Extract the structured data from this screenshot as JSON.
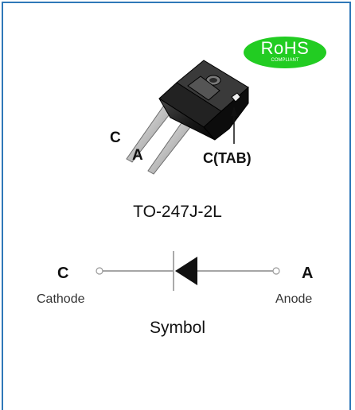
{
  "badge": {
    "main": "RoHS",
    "sub": "COMPLIANT",
    "color": "#22cc22"
  },
  "package": {
    "pin_c": "C",
    "pin_a": "A",
    "tab_label": "C(TAB)",
    "name": "TO-247J-2L"
  },
  "symbol": {
    "left_pin": "C",
    "left_name": "Cathode",
    "right_pin": "A",
    "right_name": "Anode",
    "title": "Symbol"
  },
  "colors": {
    "border": "#2f78b8",
    "package_body": "#111111",
    "leads": "#b8b8b8"
  }
}
